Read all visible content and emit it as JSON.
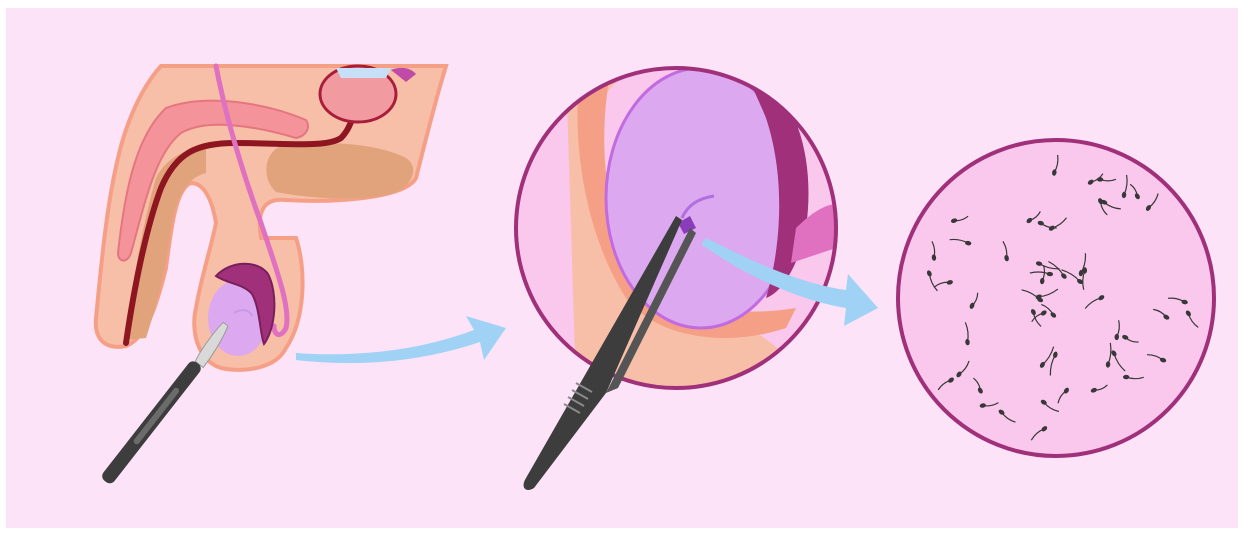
{
  "diagram": {
    "panels": [
      {
        "id": "anatomy",
        "name": "male-reproductive-anatomy-cross-section"
      },
      {
        "id": "magnified",
        "name": "magnified-testicular-tissue-extraction"
      },
      {
        "id": "microscope",
        "name": "microscopic-view-of-sperm"
      }
    ],
    "tools": [
      "scalpel",
      "forceps"
    ],
    "arrows": 2,
    "sperm_count": 52
  },
  "colors": {
    "background": "#fde3f7",
    "skin": "#f8bfa8",
    "skin_outline": "#f5a086",
    "tissue_dark": "#e0a37c",
    "erectile": "#f4939a",
    "urethra": "#8e1620",
    "vas_deferens": "#e070c0",
    "testis": "#dca8f0",
    "epididymis": "#a0307a",
    "circle_outline": "#a0307a",
    "circle_fill": "#f9c8ec",
    "arrow": "#9fd2f5",
    "instrument": "#3d3d3d",
    "blade": "#d9d9d9",
    "sperm": "#383838"
  }
}
